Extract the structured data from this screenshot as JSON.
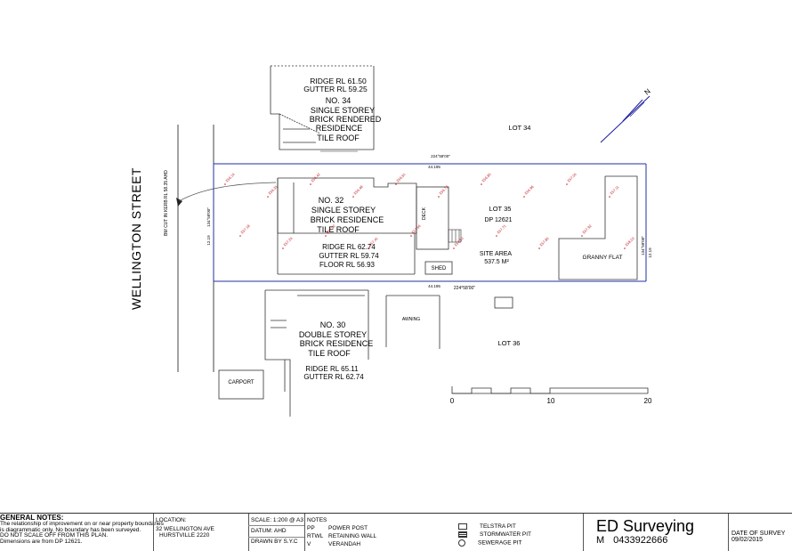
{
  "plan": {
    "street": "WELLINGTON  STREET",
    "bm_note": "BM CUT IN KERB RL 58.35 AHD",
    "north": "N",
    "bearing_top": "224°58'00\"",
    "bearing_bottom": "224°58'00\"",
    "bearing_side_left": "134°58'00\"",
    "bearing_side_right": "134°58'00\"",
    "dim_top": "44.195",
    "dim_bottom": "44.195",
    "dim_left": "12.19",
    "dim_right": "12.19",
    "lot34": "LOT 34",
    "lot35": "LOT 35",
    "dp": "DP 12621",
    "lot36": "LOT 36",
    "site_area": [
      "SITE AREA",
      "537.5 M²"
    ],
    "granny_flat": "GRANNY FLAT",
    "shed": "SHED",
    "deck": "DECK",
    "awning": "AWNING",
    "carport": "CARPORT",
    "no34": [
      "RIDGE  RL 61.50",
      "GUTTER RL 59.25",
      "NO. 34",
      "SINGLE STOREY",
      "BRICK RENDERED",
      "RESIDENCE",
      "TILE ROOF"
    ],
    "no32": [
      "NO. 32",
      "SINGLE STOREY",
      "BRICK RESIDENCE",
      "TILE ROOF"
    ],
    "no32_rl": [
      "RIDGE  RL 62.74",
      "GUTTER RL 59.74",
      "FLOOR RL 56.93"
    ],
    "no30": [
      "NO. 30",
      "DOUBLE STOREY",
      "BRICK RESIDENCE",
      "TILE ROOF"
    ],
    "no30_rl": [
      "RIDGE  RL 65.11",
      "GUTTER RL 62.74"
    ],
    "scale_labels": [
      "0",
      "10",
      "20"
    ],
    "spot_levels": [
      "X56.14",
      "X56.35",
      "X56.42",
      "X56.48",
      "X56.61",
      "X56.72",
      "X56.85",
      "X56.96",
      "X57.05",
      "X57.11",
      "X57.18",
      "X57.24",
      "X57.32",
      "X57.41",
      "X57.56",
      "X57.63",
      "X57.71",
      "X57.85",
      "X57.92",
      "X58.03"
    ]
  },
  "titleblock": {
    "general_notes_title": "GENERAL NOTES:",
    "general_notes": [
      "The relationship of improvement on or near property boundaries",
      "is diagrammatic only.  No boundary has been surveyed.",
      "DO NOT SCALE OFF FROM THIS PLAN.",
      "Dimensions are from DP 12621."
    ],
    "location_label": "LOCATION:",
    "location_lines": [
      "32 WELLINGTON AVE",
      "HURSTVILLE  2220"
    ],
    "scale": "SCALE: 1:200 @ A3",
    "datum": "DATUM: AHD",
    "drawn_by": "DRAWN BY  S.Y.C",
    "notes_label": "NOTES",
    "abbrevs": [
      {
        "code": "PP",
        "desc": "POWER POST"
      },
      {
        "code": "RTWL",
        "desc": "RETAINING WALL"
      },
      {
        "code": "V",
        "desc": "VERANDAH"
      }
    ],
    "legend": [
      "TELSTRA PIT",
      "STORMWATER PIT",
      "SEWERAGE PIT"
    ],
    "company": "ED Surveying",
    "mobile_label": "M",
    "phone": "0433922666",
    "date_label": "DATE OF SURVEY",
    "date": "09/02/2015"
  }
}
